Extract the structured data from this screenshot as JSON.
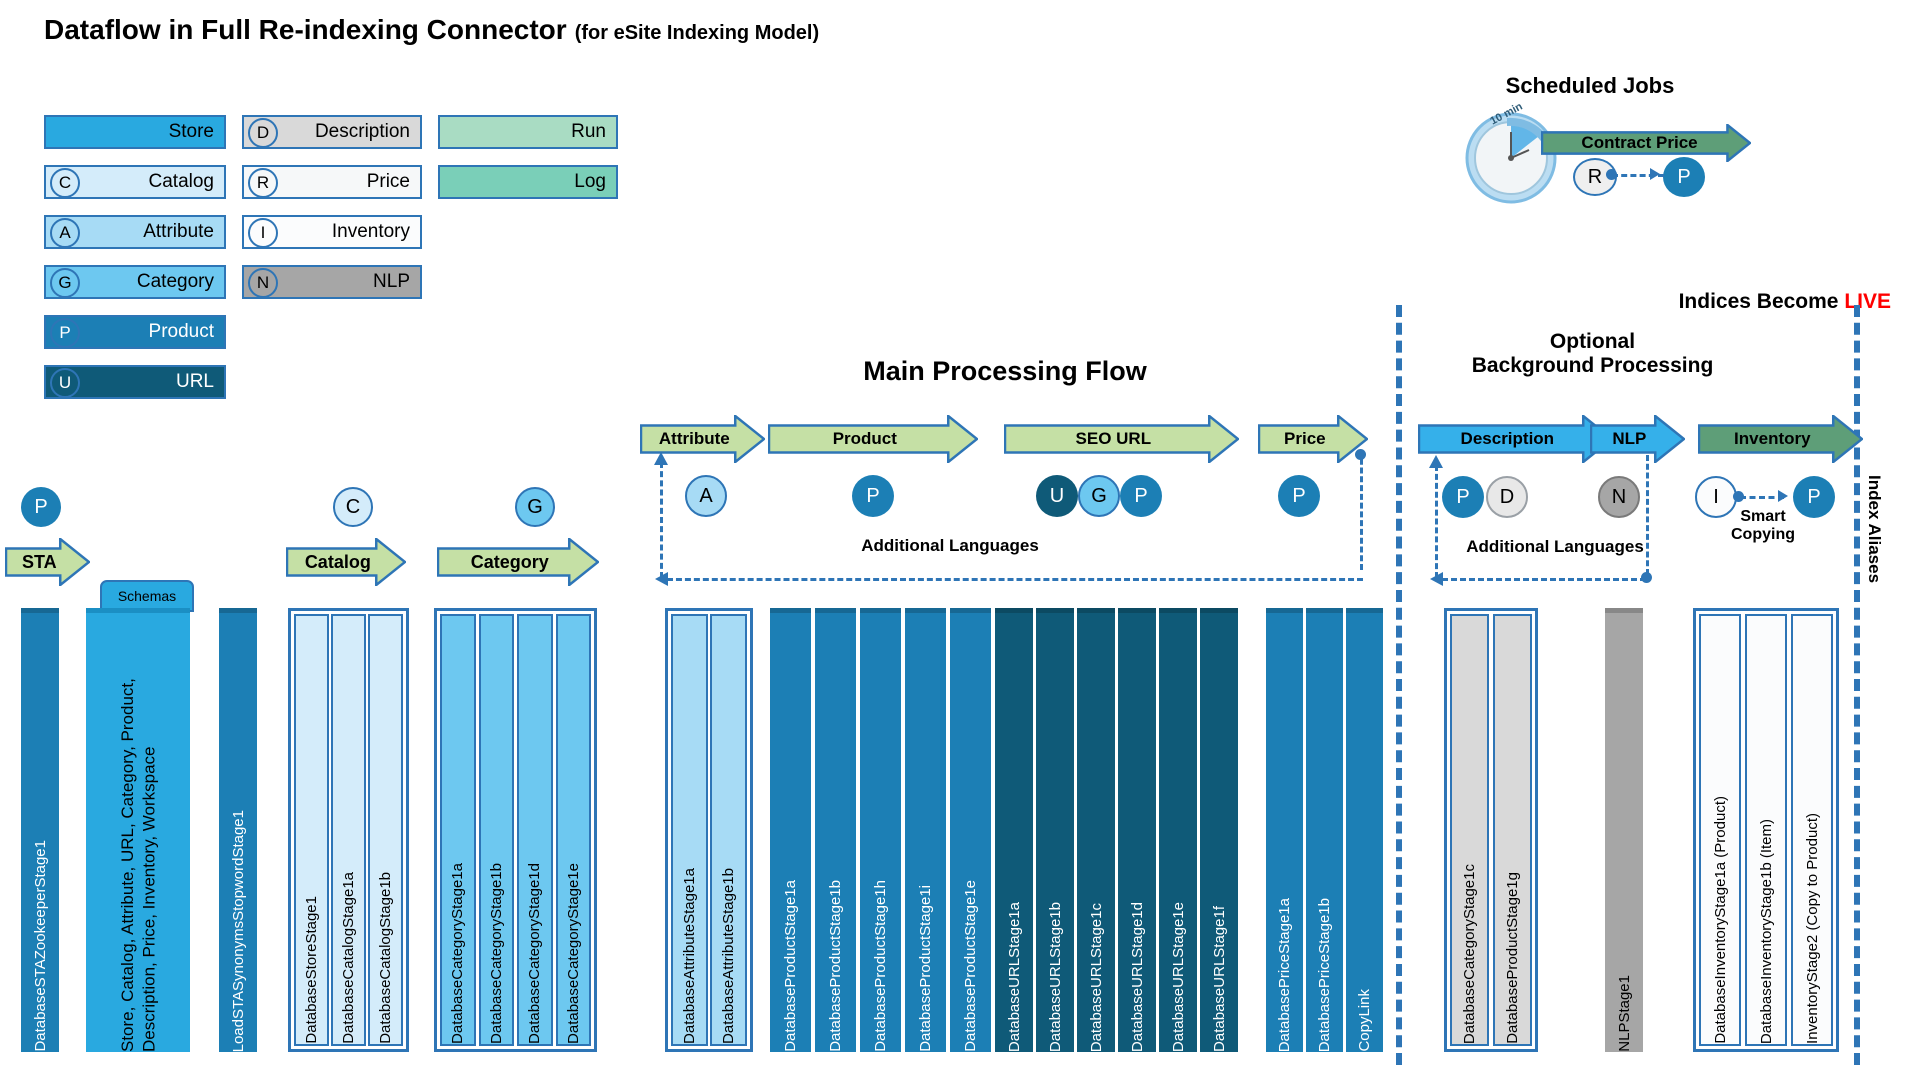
{
  "title": {
    "main": "Dataflow in Full Re-indexing Connector",
    "sub": "(for eSite Indexing Model)"
  },
  "colors": {
    "border": "#2E75B6",
    "store": "#29A9E0",
    "catalog": "#D4ECFA",
    "attribute": "#A7DBF5",
    "category": "#6DC8F0",
    "product": "#1C7FB5",
    "url": "#0F5A78",
    "description": "#D9D9D9",
    "price": "#F6F8F9",
    "inventory": "#FBFCFD",
    "nlp": "#A6A6A6",
    "run": "#A9DCC3",
    "log": "#7ACFB8",
    "chevron_green": "#C5E0A5",
    "chevron_blue": "#35B0EA",
    "chevron_darkgreen": "#5E9E78",
    "live_red": "#FF0000"
  },
  "legend": {
    "col1": [
      {
        "letter": "",
        "label": "Store",
        "fill": "#29A9E0",
        "text": "#000000"
      },
      {
        "letter": "C",
        "label": "Catalog",
        "fill": "#D4ECFA",
        "text": "#000000"
      },
      {
        "letter": "A",
        "label": "Attribute",
        "fill": "#A7DBF5",
        "text": "#000000"
      },
      {
        "letter": "G",
        "label": "Category",
        "fill": "#6DC8F0",
        "text": "#000000"
      },
      {
        "letter": "P",
        "label": "Product",
        "fill": "#1C7FB5",
        "text": "#FFFFFF"
      },
      {
        "letter": "U",
        "label": "URL",
        "fill": "#0F5A78",
        "text": "#FFFFFF"
      }
    ],
    "col2": [
      {
        "letter": "D",
        "label": "Description",
        "fill": "#D9D9D9",
        "text": "#000000"
      },
      {
        "letter": "R",
        "label": "Price",
        "fill": "#F6F8F9",
        "text": "#000000"
      },
      {
        "letter": "I",
        "label": "Inventory",
        "fill": "#FBFCFD",
        "text": "#000000"
      },
      {
        "letter": "N",
        "label": "NLP",
        "fill": "#A6A6A6",
        "text": "#000000"
      }
    ],
    "col3": [
      {
        "letter": "",
        "label": "Run",
        "fill": "#A9DCC3",
        "text": "#000000"
      },
      {
        "letter": "",
        "label": "Log",
        "fill": "#7ACFB8",
        "text": "#000000"
      }
    ]
  },
  "scheduled_jobs": {
    "heading": "Scheduled Jobs",
    "clock_label": "10 min",
    "arrow_label": "Contract Price",
    "from_token": "R",
    "to_token": "P"
  },
  "headings": {
    "main_flow": "Main Processing Flow",
    "optional_bg": "Optional\nBackground Processing",
    "optional_bg_line1": "Optional",
    "optional_bg_line2": "Background Processing",
    "indices_prefix": "Indices Become ",
    "indices_live": "LIVE",
    "index_aliases": "Index Aliases",
    "additional_languages": "Additional Languages",
    "smart_copying_line1": "Smart",
    "smart_copying_line2": "Copying"
  },
  "flow_arrows": {
    "sta": {
      "label": "STA",
      "style": "green",
      "tokens_above": [
        "P"
      ]
    },
    "catalog": {
      "label": "Catalog",
      "style": "green",
      "tokens_above": [
        "C"
      ]
    },
    "category": {
      "label": "Category",
      "style": "green",
      "tokens_above": [
        "G"
      ]
    },
    "attribute": {
      "label": "Attribute",
      "style": "green",
      "tokens_below": [
        "A"
      ]
    },
    "product": {
      "label": "Product",
      "style": "green",
      "tokens_below": [
        "P"
      ]
    },
    "seo_url": {
      "label": "SEO URL",
      "style": "green",
      "tokens_below": [
        "U",
        "G",
        "P"
      ]
    },
    "price": {
      "label": "Price",
      "style": "green",
      "tokens_below": [
        "P"
      ]
    },
    "description": {
      "label": "Description",
      "style": "blue",
      "tokens_below": [
        "P",
        "D"
      ]
    },
    "nlp": {
      "label": "NLP",
      "style": "blue",
      "tokens_below": [
        "N"
      ]
    },
    "inventory": {
      "label": "Inventory",
      "style": "darkgreen",
      "tokens_below": [
        "I",
        "P"
      ]
    }
  },
  "db_groups": [
    {
      "name": "sta-zookeeper",
      "fill": "#1C7FB5",
      "text": "#FFFFFF",
      "bordered": false,
      "columns": [
        "DatabaseSTAZookeeperStage1"
      ]
    },
    {
      "name": "schemas",
      "fill": "#29A9E0",
      "text": "#000000",
      "bordered": false,
      "tab": "Schemas",
      "columns": [
        "Store, Catalog, Attribute, URL, Category, Product, Description, Price, Inventory, Workspace"
      ]
    },
    {
      "name": "sta-synonyms",
      "fill": "#1C7FB5",
      "text": "#FFFFFF",
      "bordered": false,
      "columns": [
        "LoadSTASynonymsStopwordStage1"
      ]
    },
    {
      "name": "catalog-group",
      "fill": "#D4ECFA",
      "text": "#000000",
      "bordered": true,
      "columns": [
        "DatabaseStoreStage1",
        "DatabaseCatalogStage1a",
        "DatabaseCatalogStage1b"
      ]
    },
    {
      "name": "category-group",
      "fill": "#6DC8F0",
      "text": "#000000",
      "bordered": true,
      "columns": [
        "DatabaseCategoryStage1a",
        "DatabaseCategoryStage1b",
        "DatabaseCategoryStage1d",
        "DatabaseCategoryStage1e"
      ]
    },
    {
      "name": "attribute-group",
      "fill": "#A7DBF5",
      "text": "#000000",
      "bordered": true,
      "columns": [
        "DatabaseAttributeStage1a",
        "DatabaseAttributeStage1b"
      ]
    },
    {
      "name": "product-group",
      "fill": "#1C7FB5",
      "text": "#FFFFFF",
      "bordered": false,
      "columns": [
        "DatabaseProductStage1a",
        "DatabaseProductStage1b",
        "DatabaseProductStage1h",
        "DatabaseProductStage1i",
        "DatabaseProductStage1e"
      ]
    },
    {
      "name": "url-group",
      "fill": "#0F5A78",
      "text": "#FFFFFF",
      "bordered": false,
      "columns": [
        "DatabaseURLStage1a",
        "DatabaseURLStage1b",
        "DatabaseURLStage1c",
        "DatabaseURLStage1d",
        "DatabaseURLStage1e",
        "DatabaseURLStage1f"
      ]
    },
    {
      "name": "price-group",
      "fill": "#1C7FB5",
      "text": "#FFFFFF",
      "bordered": false,
      "columns": [
        "DatabasePriceStage1a",
        "DatabasePriceStage1b",
        "CopyLink"
      ]
    },
    {
      "name": "description-group",
      "fill": "#D9D9D9",
      "text": "#000000",
      "bordered": true,
      "columns": [
        "DatabaseCategoryStage1c",
        "DatabaseProductStage1g"
      ]
    },
    {
      "name": "nlp-group",
      "fill": "#A6A6A6",
      "text": "#000000",
      "bordered": false,
      "columns": [
        "NLPStage1"
      ]
    },
    {
      "name": "inventory-group",
      "fill": "#FBFCFD",
      "text": "#000000",
      "bordered": true,
      "columns": [
        "DatabaseInventoryStage1a (Product)",
        "DatabaseInventoryStage1b (Item)",
        "InventoryStage2 (Copy to Product)"
      ]
    }
  ]
}
